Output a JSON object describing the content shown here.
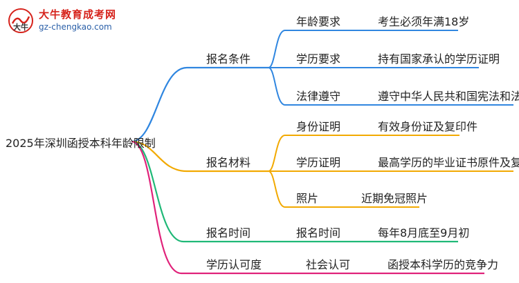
{
  "logo": {
    "title": "大牛教育成考网",
    "url": "gz-chengkao.com"
  },
  "colors": {
    "conditions": "#2f86e0",
    "materials": "#f2a900",
    "time": "#1fb877",
    "recognition": "#e0227a"
  },
  "root": "2025年深圳函授本科年龄限制",
  "branches": [
    {
      "label": "报名条件",
      "items": [
        {
          "name": "年龄要求",
          "value": "考生必须年满18岁"
        },
        {
          "name": "学历要求",
          "value": "持有国家承认的学历证明"
        },
        {
          "name": "法律遵守",
          "value": "遵守中华人民共和国宪法和法律"
        }
      ]
    },
    {
      "label": "报名材料",
      "items": [
        {
          "name": "身份证明",
          "value": "有效身份证及复印件"
        },
        {
          "name": "学历证明",
          "value": "最高学历的毕业证书原件及复印件"
        },
        {
          "name": "照片",
          "value": "近期免冠照片"
        }
      ]
    },
    {
      "label": "报名时间",
      "items": [
        {
          "name": "报名时间",
          "value": "每年8月底至9月初"
        }
      ]
    },
    {
      "label": "学历认可度",
      "items": [
        {
          "name": "社会认可",
          "value": "函授本科学历的竞争力"
        }
      ]
    }
  ]
}
